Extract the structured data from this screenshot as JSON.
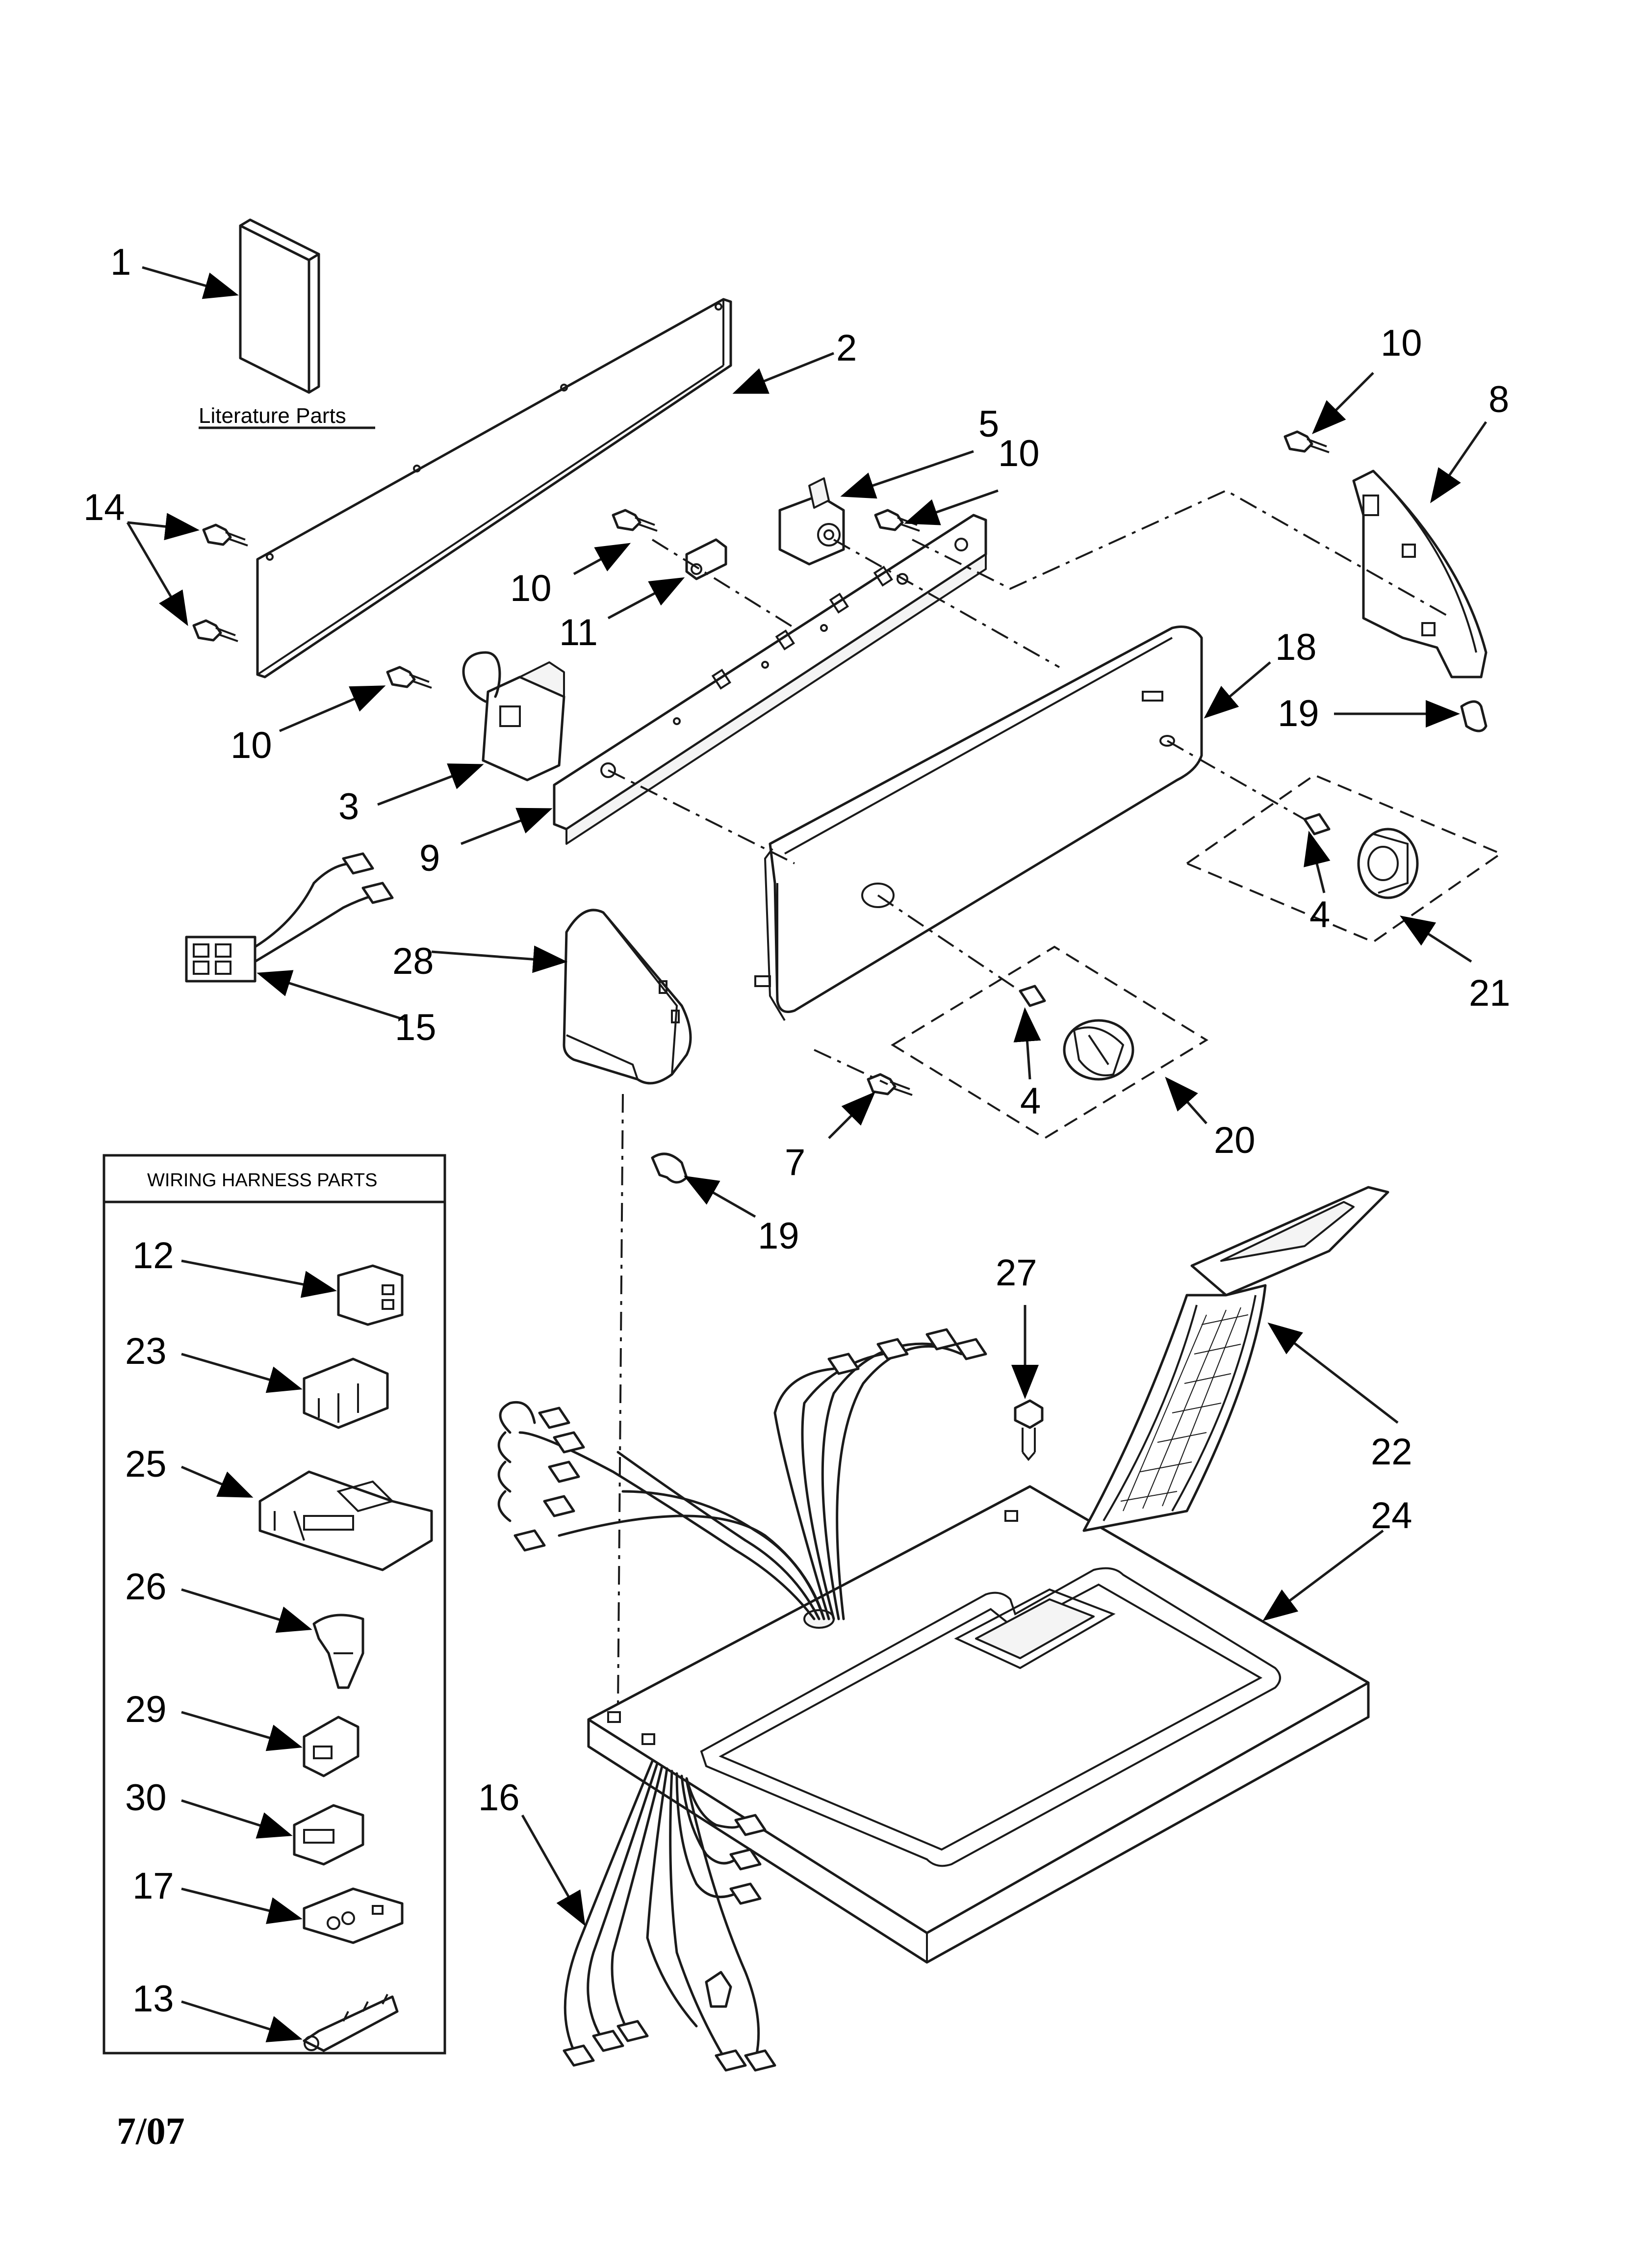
{
  "callouts": [
    {
      "id": "c1",
      "text": "1"
    },
    {
      "id": "c2",
      "text": "2"
    },
    {
      "id": "c3",
      "text": "3"
    },
    {
      "id": "c4a",
      "text": "4"
    },
    {
      "id": "c4b",
      "text": "4"
    },
    {
      "id": "c5",
      "text": "5"
    },
    {
      "id": "c7",
      "text": "7"
    },
    {
      "id": "c8",
      "text": "8"
    },
    {
      "id": "c9",
      "text": "9"
    },
    {
      "id": "c10a",
      "text": "10"
    },
    {
      "id": "c10b",
      "text": "10"
    },
    {
      "id": "c10c",
      "text": "10"
    },
    {
      "id": "c10d",
      "text": "10"
    },
    {
      "id": "c11",
      "text": "11"
    },
    {
      "id": "c14",
      "text": "14"
    },
    {
      "id": "c15",
      "text": "15"
    },
    {
      "id": "c16",
      "text": "16"
    },
    {
      "id": "c18",
      "text": "18"
    },
    {
      "id": "c19a",
      "text": "19"
    },
    {
      "id": "c19b",
      "text": "19"
    },
    {
      "id": "c20",
      "text": "20"
    },
    {
      "id": "c21",
      "text": "21"
    },
    {
      "id": "c22",
      "text": "22"
    },
    {
      "id": "c24",
      "text": "24"
    },
    {
      "id": "c27",
      "text": "27"
    },
    {
      "id": "c28",
      "text": "28"
    }
  ],
  "literature_caption": "Literature Parts",
  "wiring_box": {
    "title": "WIRING HARNESS PARTS",
    "items": [
      "12",
      "23",
      "25",
      "26",
      "29",
      "30",
      "17",
      "13"
    ]
  },
  "date_code": "7/07"
}
